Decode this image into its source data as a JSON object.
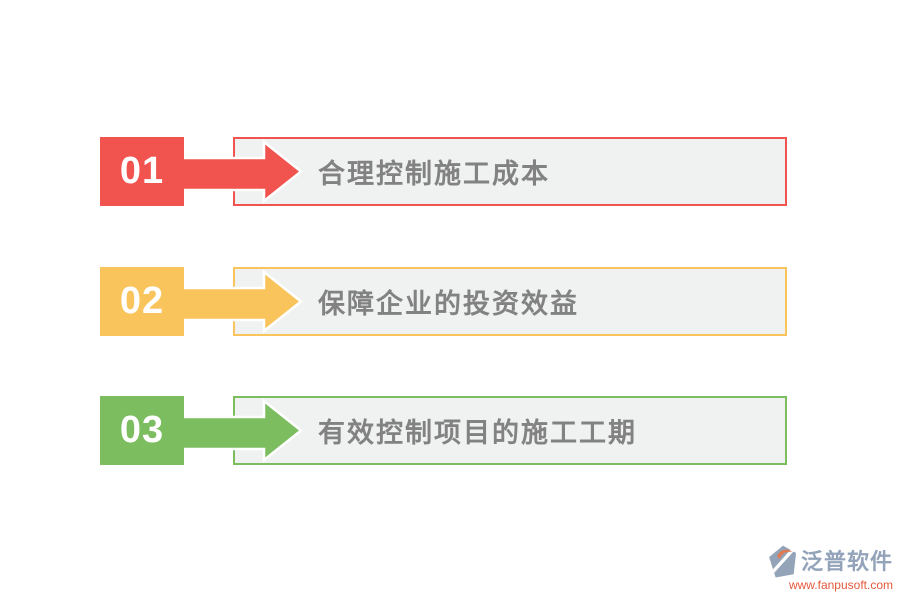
{
  "page": {
    "background": "#FFFFFF"
  },
  "items": [
    {
      "number": "01",
      "label": "合理控制施工成本",
      "color": "#F1534E"
    },
    {
      "number": "02",
      "label": "保障企业的投资效益",
      "color": "#F9C45C"
    },
    {
      "number": "03",
      "label": "有效控制项目的施工工期",
      "color": "#7CBD60"
    }
  ],
  "styles": {
    "bar_fill": "#F0F1F1",
    "label_color": "#828282",
    "number_color": "#FFFFFF"
  },
  "watermark": {
    "icon": "fanpu-logo-icon",
    "brand": "泛普软件",
    "url": "www.fanpusoft.com",
    "brand_color": "#93A3B9",
    "url_color": "#E4593B",
    "icon_gray": "#93A4B9",
    "icon_orange": "#DF7A52"
  }
}
